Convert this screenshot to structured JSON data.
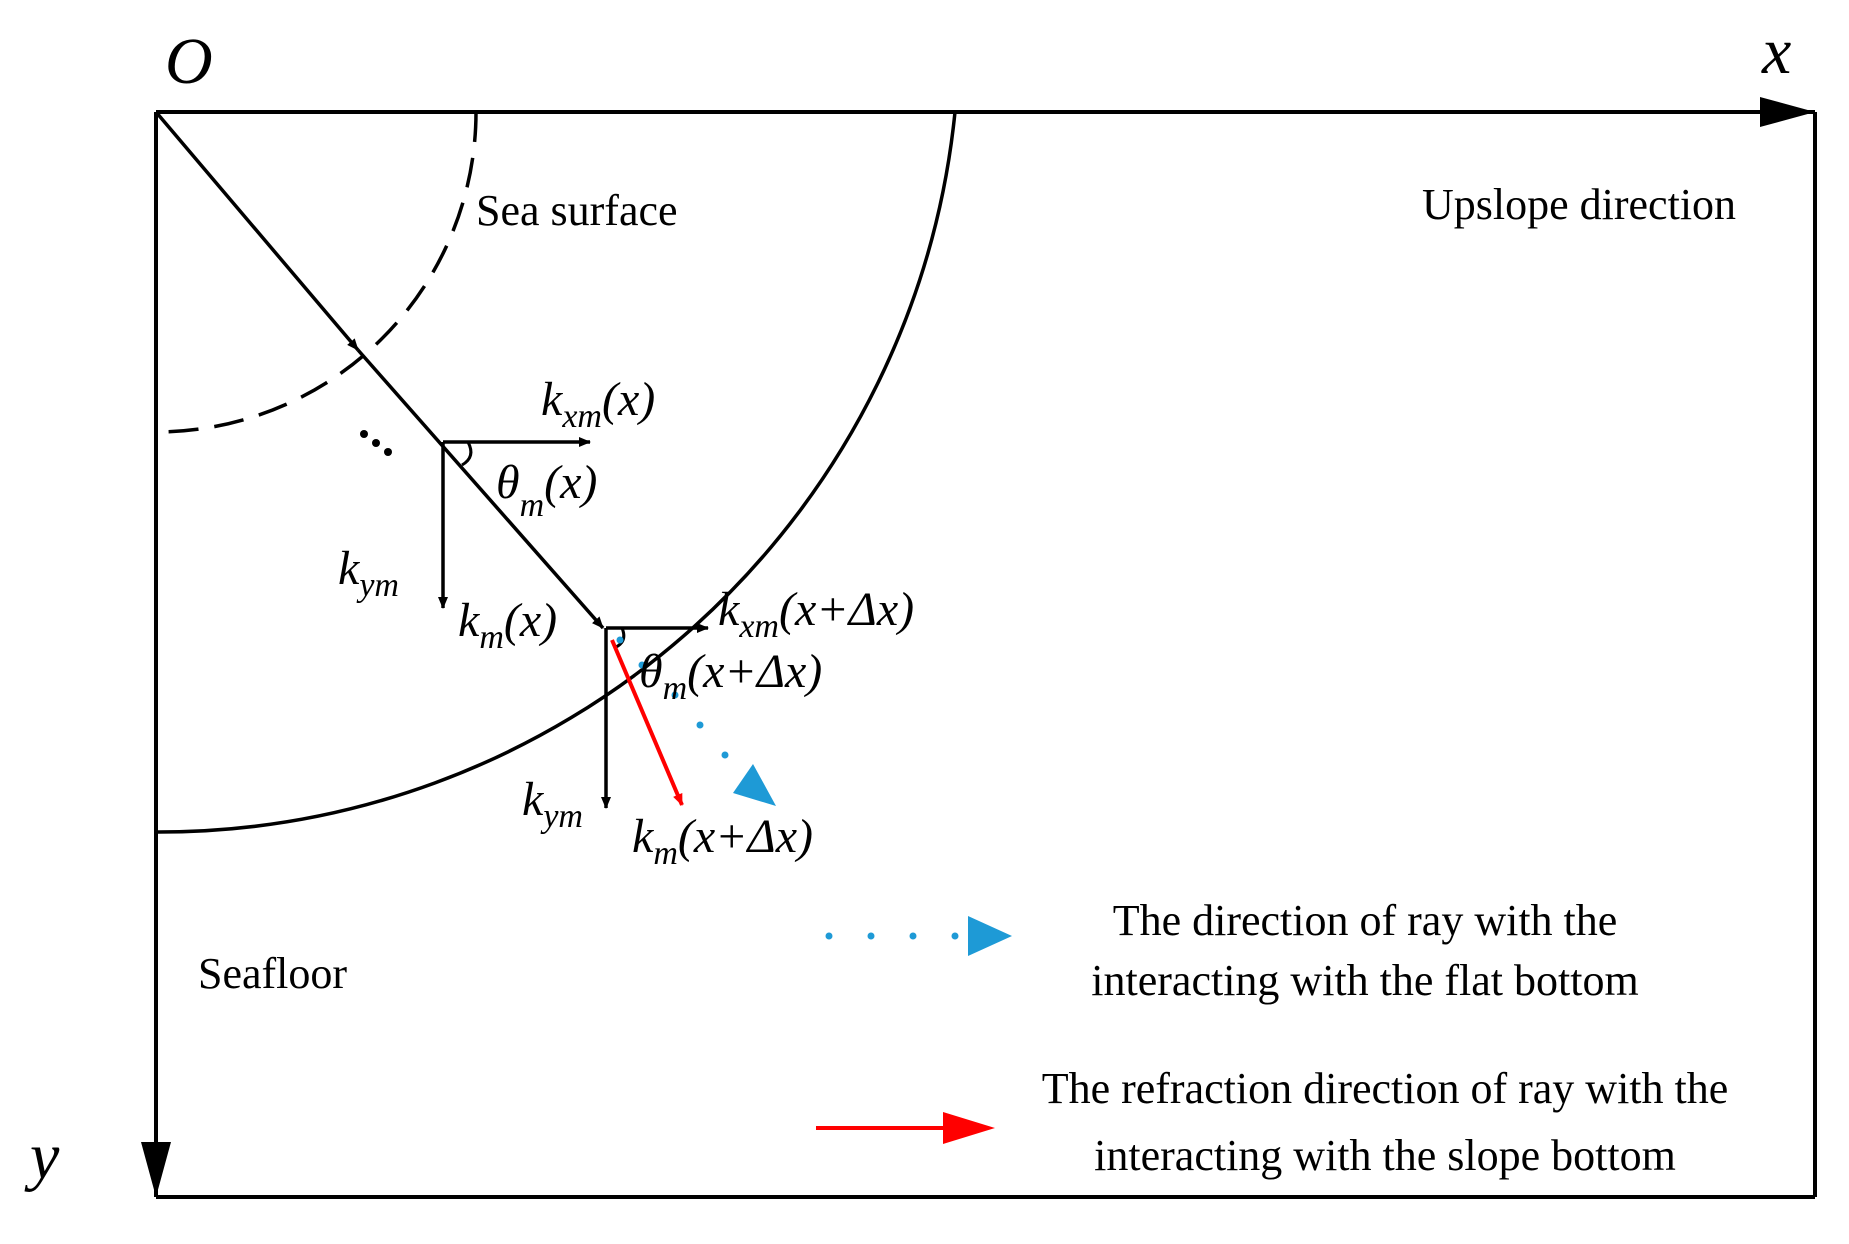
{
  "axes": {
    "origin_label": "O",
    "x_label": "x",
    "y_label": "y"
  },
  "regions": {
    "sea_surface": "Sea surface",
    "seafloor": "Seafloor",
    "upslope": "Upslope direction"
  },
  "vectors": {
    "kxm_x": {
      "base": "k",
      "sub": "xm",
      "arg": "(x)"
    },
    "theta_x": {
      "base": "θ",
      "sub": "m",
      "arg": "(x)"
    },
    "kym_1": {
      "base": "k",
      "sub": "ym"
    },
    "km_x": {
      "base": "k",
      "sub": "m",
      "arg": "(x)"
    },
    "kxm_xdx": {
      "base": "k",
      "sub": "xm",
      "arg": "(x+Δx)"
    },
    "theta_xdx": {
      "base": "θ",
      "sub": "m",
      "arg": "(x+Δx)"
    },
    "kym_2": {
      "base": "k",
      "sub": "ym"
    },
    "km_xdx": {
      "base": "k",
      "sub": "m",
      "arg": "(x+Δx)"
    }
  },
  "legend": {
    "flat_line1": "The direction of ray with the",
    "flat_line2": "interacting with the flat bottom",
    "slope_line1": "The refraction direction of ray with the",
    "slope_line2": "interacting with the slope bottom"
  },
  "colors": {
    "ray": "#000000",
    "refraction": "#ff0000",
    "flat_bottom": "#1e9ad6"
  }
}
